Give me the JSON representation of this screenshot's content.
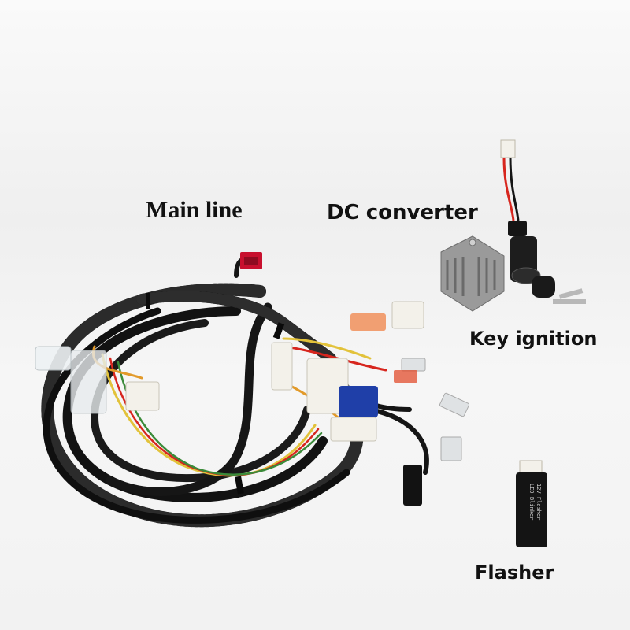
{
  "labels": {
    "main_line": "Main line",
    "dc_converter": "DC converter",
    "key_ignition": "Key ignition",
    "flasher": "Flasher"
  },
  "flasher_print": [
    "12V Flasher",
    "LED Blinker"
  ],
  "colors": {
    "background": "#f4f4f4",
    "harness": "#151515",
    "connector_red": "#c8102e",
    "connector_white": "#f3f1ea",
    "connector_blue": "#1f3fa8",
    "wire_red": "#d7261e",
    "wire_yellow": "#e2c23a",
    "wire_green": "#3b8b3a",
    "converter_metal": "#9a9a9a"
  }
}
